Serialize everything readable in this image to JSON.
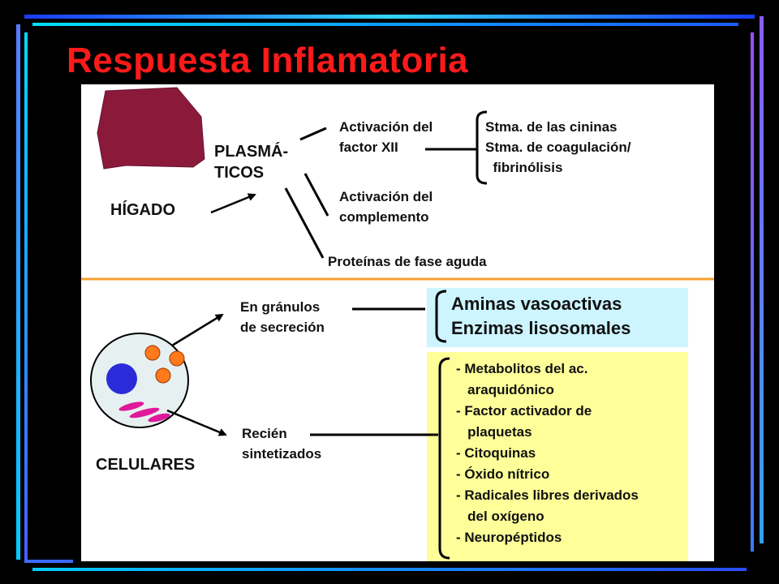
{
  "title": "Respuesta Inflamatoria",
  "colors": {
    "title": "#ff1a1a",
    "liver": "#8b1a3a",
    "divider": "#f5a030",
    "nucleus": "#2b2bd9",
    "granules": "#ff7a1a",
    "reticulum": "#e0189a",
    "cell": "#e6f0f0",
    "cyan_box": "#ccf5ff",
    "yellow_box": "#ffff99"
  },
  "diagram": {
    "higado": "HÍGADO",
    "plasmaticos": [
      "PLASMÁ-",
      "TICOS"
    ],
    "activacion_factor": [
      "Activación del",
      "factor XII"
    ],
    "sistemas": [
      "Stma. de las cininas",
      "Stma. de coagulación/",
      "  fibrinólisis"
    ],
    "activacion_complemento": [
      "Activación del",
      "complemento"
    ],
    "proteinas": "Proteínas de fase aguda",
    "granulos": [
      "En gránulos",
      "de secreción"
    ],
    "aminas": [
      "Aminas vasoactivas",
      "Enzimas lisosomales"
    ],
    "recien": [
      "Recién",
      "sintetizados"
    ],
    "celulares": "CELULARES",
    "mediadores": [
      "- Metabolitos del ac.",
      "   araquidónico",
      "- Factor activador de",
      "   plaquetas",
      "- Citoquinas",
      "- Óxido nítrico",
      "- Radicales libres derivados",
      "   del oxígeno",
      "- Neuropéptidos"
    ]
  }
}
